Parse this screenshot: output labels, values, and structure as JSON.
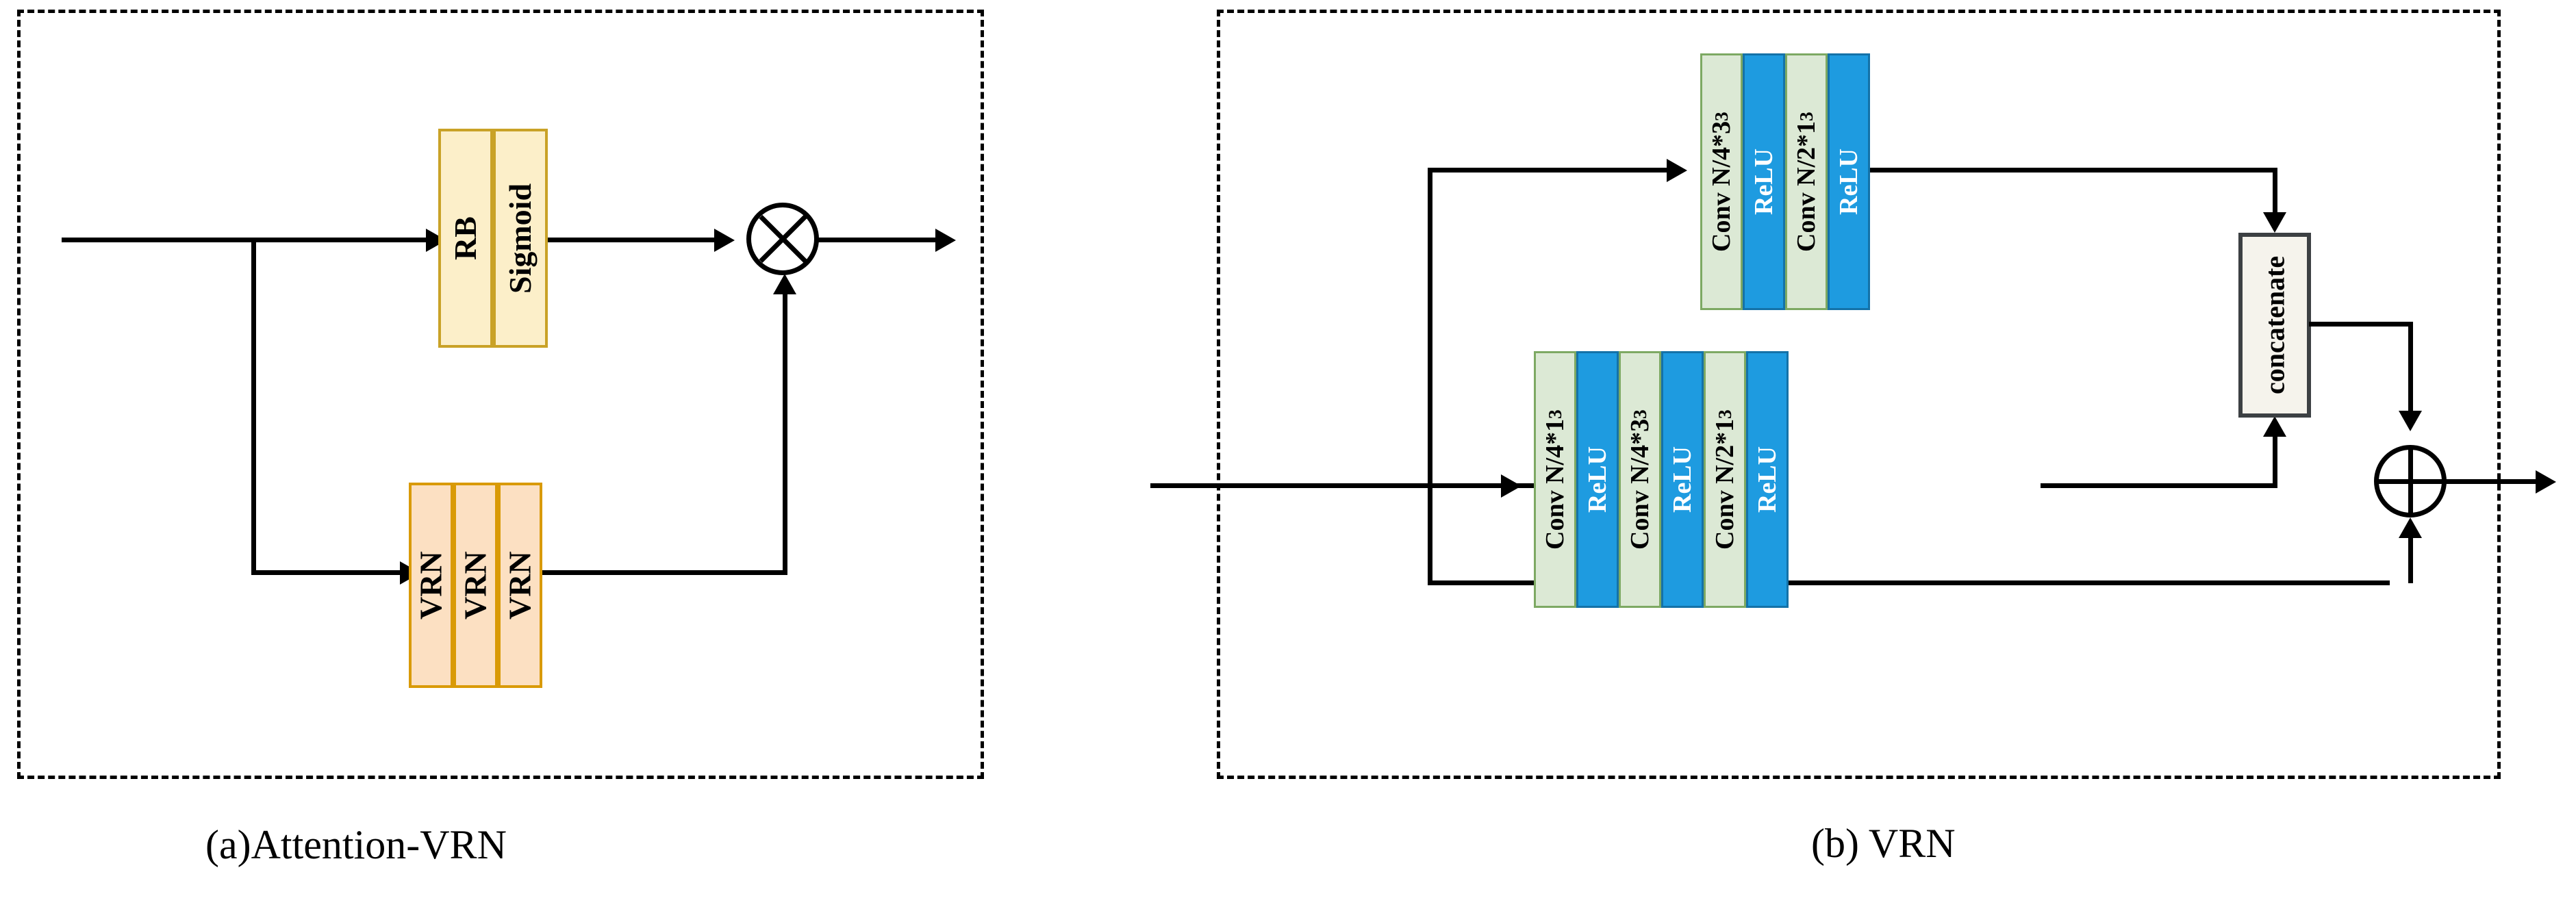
{
  "figure": {
    "panels": [
      {
        "id": "a",
        "caption": "(a)Attention-VRN",
        "attention_branch": {
          "blocks": [
            {
              "label": "RB",
              "color": "#FCEFC9",
              "border": "#C9A227"
            },
            {
              "label": "Sigmoid",
              "color": "#FCEFC9",
              "border": "#C9A227"
            }
          ]
        },
        "feature_branch": {
          "blocks": [
            {
              "label": "VRN",
              "color": "#FCE0C2",
              "border": "#D99A06"
            },
            {
              "label": "VRN",
              "color": "#FCE0C2",
              "border": "#D99A06"
            },
            {
              "label": "VRN",
              "color": "#FCE0C2",
              "border": "#D99A06"
            }
          ]
        },
        "operator": {
          "symbol": "multiply",
          "glyph": "circled-times"
        }
      },
      {
        "id": "b",
        "caption": "(b) VRN",
        "top_branch": {
          "blocks": [
            {
              "label": "Conv N/4*3",
              "exponent": "3",
              "type": "conv",
              "color": "#DCE9D5",
              "border": "#7DA963"
            },
            {
              "label": "ReLU",
              "exponent": "",
              "type": "relu",
              "color": "#1E9BE0",
              "border": "#1472A8"
            },
            {
              "label": "Conv N/2*1",
              "exponent": "3",
              "type": "conv",
              "color": "#DCE9D5",
              "border": "#7DA963"
            },
            {
              "label": "ReLU",
              "exponent": "",
              "type": "relu",
              "color": "#1E9BE0",
              "border": "#1472A8"
            }
          ]
        },
        "bottom_branch": {
          "blocks": [
            {
              "label": "Conv N/4*1",
              "exponent": "3",
              "type": "conv",
              "color": "#DCE9D5",
              "border": "#7DA963"
            },
            {
              "label": "ReLU",
              "exponent": "",
              "type": "relu",
              "color": "#1E9BE0",
              "border": "#1472A8"
            },
            {
              "label": "Conv N/4*3",
              "exponent": "3",
              "type": "conv",
              "color": "#DCE9D5",
              "border": "#7DA963"
            },
            {
              "label": "ReLU",
              "exponent": "",
              "type": "relu",
              "color": "#1E9BE0",
              "border": "#1472A8"
            },
            {
              "label": "Conv N/2*1",
              "exponent": "3",
              "type": "conv",
              "color": "#DCE9D5",
              "border": "#7DA963"
            },
            {
              "label": "ReLU",
              "exponent": "",
              "type": "relu",
              "color": "#1E9BE0",
              "border": "#1472A8"
            }
          ]
        },
        "concatenate": {
          "label": "concatenate",
          "color": "#F5F3EC",
          "border": "#3C4043"
        },
        "operator": {
          "symbol": "add",
          "glyph": "circled-plus"
        }
      }
    ],
    "colors": {
      "line": "#000000",
      "panel_border": "#000000",
      "yellow_fill": "#FCEFC9",
      "yellow_border": "#C9A227",
      "peach_fill": "#FCE0C2",
      "peach_border": "#D99A06",
      "green_fill": "#DCE9D5",
      "green_border": "#7DA963",
      "blue_fill": "#1E9BE0",
      "blue_border": "#1472A8",
      "concat_fill": "#F5F3EC",
      "concat_border": "#3C4043"
    }
  }
}
